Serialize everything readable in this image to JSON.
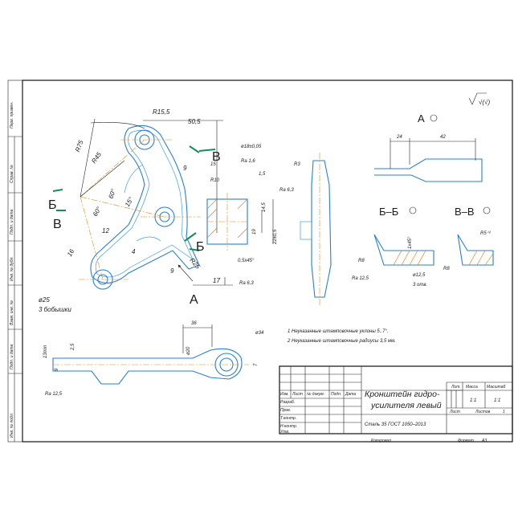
{
  "roughness_general": "√(√)",
  "views": {
    "section_a": "А",
    "section_bb": "Б–Б",
    "section_vv": "В–В",
    "marker_b": "Б",
    "marker_v": "В",
    "marker_a": "А"
  },
  "dimensions": {
    "r15_5": "R15,5",
    "d50_5": "50,5",
    "r75": "R75",
    "r45": "R45",
    "d18": "ø18±0,05",
    "ra16": "Ra 1,6",
    "r10": "R10",
    "d15": "15",
    "d9": "9",
    "d15b": "1,5",
    "r3": "R3",
    "ra63a": "Ra 6,3",
    "ang60": "60°",
    "ang15": "15°",
    "d14_5": "14,5",
    "d19": "19",
    "d22": "22±0,5",
    "d12": "12",
    "d16": "16",
    "d4": "4",
    "r25": "R25",
    "d17": "17",
    "cham": "0,5x45°",
    "ra63b": "Ra 6,3",
    "d9b": "9",
    "d25": "ø25",
    "bosses": "3 бобышки",
    "d24": "24",
    "d42": "42",
    "ang45": "1x45°",
    "r5": "R5⁺²",
    "r8a": "R8",
    "ra125a": "Ra 12,5",
    "d12_5": "ø12,5",
    "holes3": "3 отв.",
    "r8b": "R8",
    "d36": "36",
    "d34": "ø34",
    "d13": "13min",
    "d2_5": "2,5",
    "d9c": "9",
    "d7": "7",
    "d4b": "4",
    "d20": "ø20",
    "ra125b": "Ra 12,5"
  },
  "notes": [
    "1 Неуказанные штамповочные уклоны 5..7°.",
    "2 Неуказанные штамповочные радиусы 3,5 мм."
  ],
  "stamp": {
    "name_line1": "Кронштейн гидро-",
    "name_line2": "усилителя левый",
    "material": "Сталь 35 ГОСТ 1050–2013",
    "col_lit": "Лит.",
    "col_mass": "Масса",
    "col_scale": "Масштаб",
    "mass_val": "1:1",
    "scale_val": "1:1",
    "sheet": "Лист",
    "sheets": "Листов",
    "sheets_val": "1",
    "rows": [
      "Изм.",
      "Лист",
      "№ докум.",
      "Подп.",
      "Дата"
    ],
    "razrab": "Разраб.",
    "prov": "Пров.",
    "tkontr": "Т.контр.",
    "nkontr": "Н.контр.",
    "utv": "Утв.",
    "copied": "Копировал",
    "format": "Формат",
    "format_val": "A3"
  },
  "side_column": [
    "Перв. примен.",
    "Справ. №",
    "Подп. и дата",
    "Инв. № дубл.",
    "Взам. инв. №",
    "Подп. и дата",
    "Инв. № подл."
  ]
}
